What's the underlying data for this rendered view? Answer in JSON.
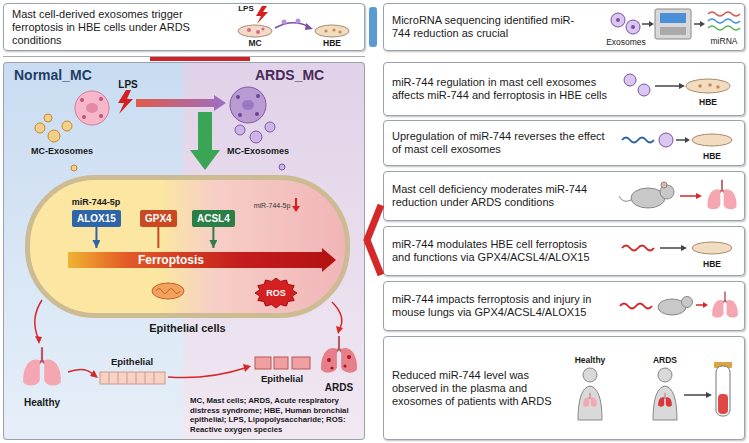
{
  "diagram": {
    "nodes": [
      {
        "text": [
          "Mast cell-derived exosomes trigger ferroptosis in HBE cells under ARDS conditions"
        ]
      },
      {
        "text": [
          "MicroRNA sequencing identified miR-744 reduction as crucial"
        ]
      },
      {
        "text": [
          "Normal_MC"
        ]
      },
      {
        "text": [
          "ARDS_MC"
        ]
      },
      {
        "text": [
          "Epithelial cells"
        ]
      },
      {
        "text": [
          "ALOX15"
        ],
        "in": 4
      },
      {
        "text": [
          "GPX4"
        ],
        "in": 4
      },
      {
        "text": [
          "ACSL4"
        ],
        "in": 4
      },
      {
        "text": [
          "Ferroptosis"
        ],
        "in": 4
      },
      {
        "text": [
          "ROS"
        ],
        "in": 4
      },
      {
        "text": [
          "miR-744 regulation in mast cell exosomes affects miR-744 and ferroptosis in HBE cells"
        ]
      },
      {
        "text": [
          "Upregulation of miR-744 reverses the effect of mast cell exosomes"
        ]
      },
      {
        "text": [
          "Mast cell deficiency moderates miR-744 reduction under ARDS conditions"
        ]
      },
      {
        "text": [
          "miR-744 modulates HBE cell ferroptosis and functions via GPX4/ACSL4/ALOX15"
        ]
      },
      {
        "text": [
          "miR-744 impacts ferroptosis and injury in mouse lungs via GPX4/ACSL4/ALOX15"
        ]
      },
      {
        "text": [
          "Reduced miR-744 level was observed in the plasma and exosomes of patients with ARDS"
        ]
      }
    ],
    "edges": [
      {
        "from": 5,
        "to": 8,
        "arrow": "to"
      },
      {
        "from": 6,
        "to": 8,
        "arrow": "none"
      },
      {
        "from": 7,
        "to": 8,
        "arrow": "to"
      }
    ],
    "labels": [
      "LPS",
      "MC",
      "HBE",
      "Exosomes",
      "miRNA",
      "LPS",
      "MC-Exosomes",
      "MC-Exosomes",
      "miR-744-5p",
      "miR-744-5p",
      "Healthy",
      "Epithelial",
      "Epithelial",
      "ARDS",
      "HBE",
      "HBE",
      "HBE",
      "Healthy",
      "ARDS",
      "MC, Mast cells; ARDS, Acute respiratory distress syndrome; HBE, Human bronchial epithelial; LPS, Lipopolysaccharide; ROS: Reactive oxygen species"
    ]
  }
}
